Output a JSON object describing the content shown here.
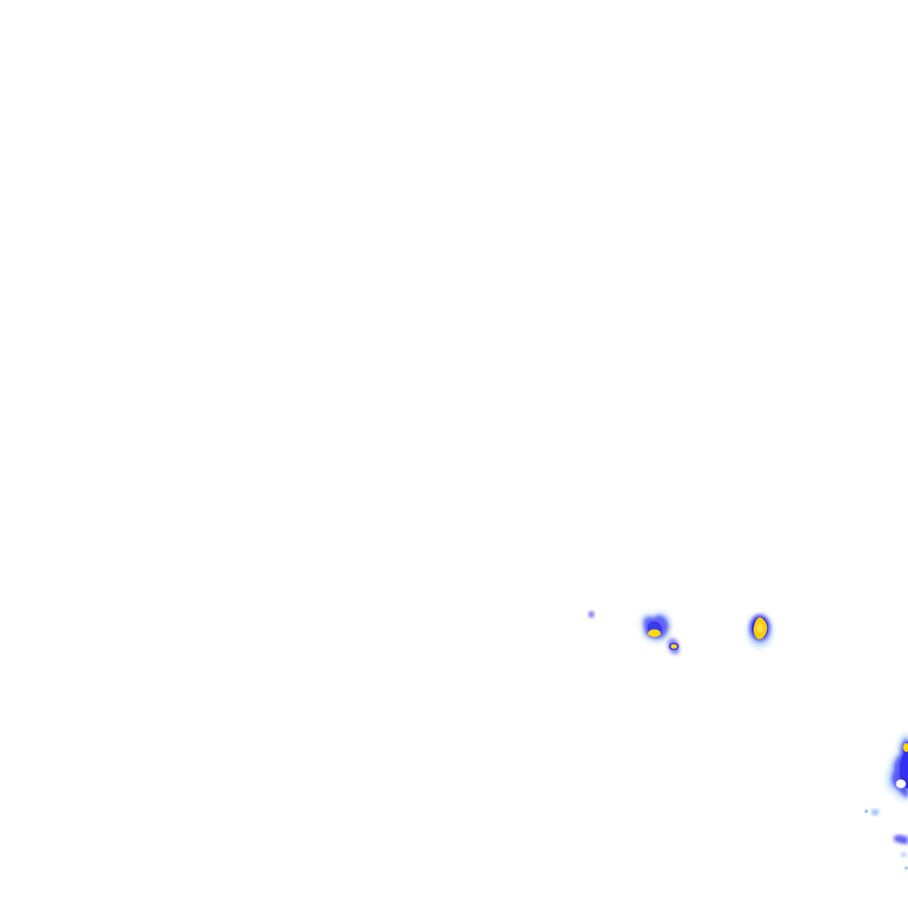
{
  "layer": {
    "type": "precipitation-radar-overlay",
    "background": "#ffffff"
  },
  "palette": {
    "light": "#a8d0f8",
    "mid": "#7070ff",
    "strong": "#3030f0",
    "core": "#ffd800",
    "core_edge": "#ffb000"
  },
  "cells": [
    {
      "id": "cell-tiny-west",
      "intensity": "low"
    },
    {
      "id": "cell-cluster-center",
      "intensity": "high"
    },
    {
      "id": "cell-small-south",
      "intensity": "high"
    },
    {
      "id": "cell-east",
      "intensity": "very-high"
    },
    {
      "id": "cell-edge-southeast",
      "intensity": "high"
    },
    {
      "id": "cell-scatter-southeast",
      "intensity": "low"
    }
  ]
}
